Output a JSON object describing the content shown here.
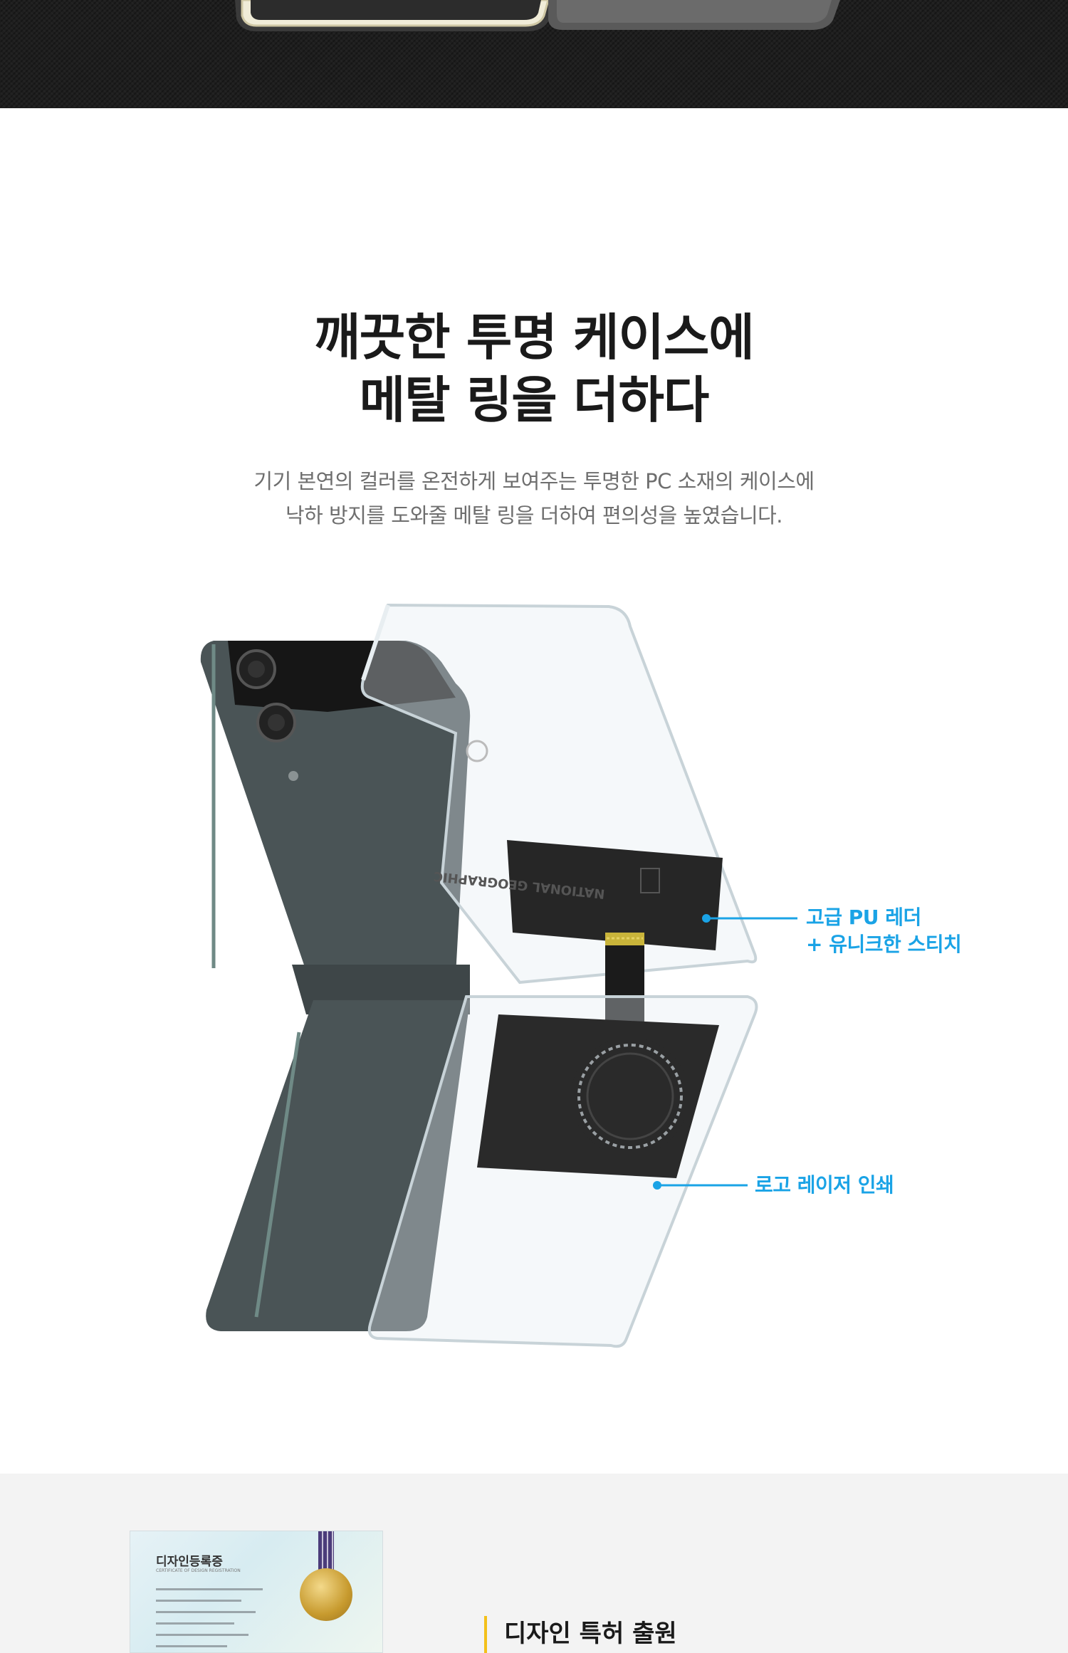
{
  "headline": {
    "line1": "깨끗한 투명 케이스에",
    "line2": "메탈 링을 더하다"
  },
  "description": {
    "line1": "기기 본연의 컬러를 온전하게 보여주는 투명한 PC 소재의 케이스에",
    "line2": "낙하 방지를 도와줄 메탈 링을 더하여 편의성을 높였습니다."
  },
  "callouts": {
    "leather": {
      "line1": "고급 PU 레더",
      "line2": "+ 유니크한 스티치"
    },
    "logo": {
      "line1": "로고 레이저 인쇄"
    }
  },
  "product_label": "NATIONAL GEOGRAPHIC",
  "certificate": {
    "title": "디자인등록증",
    "subtitle": "CERTIFICATE OF DESIGN REGISTRATION"
  },
  "patent_heading": "디자인 특허 출원",
  "colors": {
    "accent_blue": "#1aa3e6",
    "accent_yellow": "#f3c01a",
    "phone_body": "#4a5456",
    "strap": "#1b1b1b"
  }
}
